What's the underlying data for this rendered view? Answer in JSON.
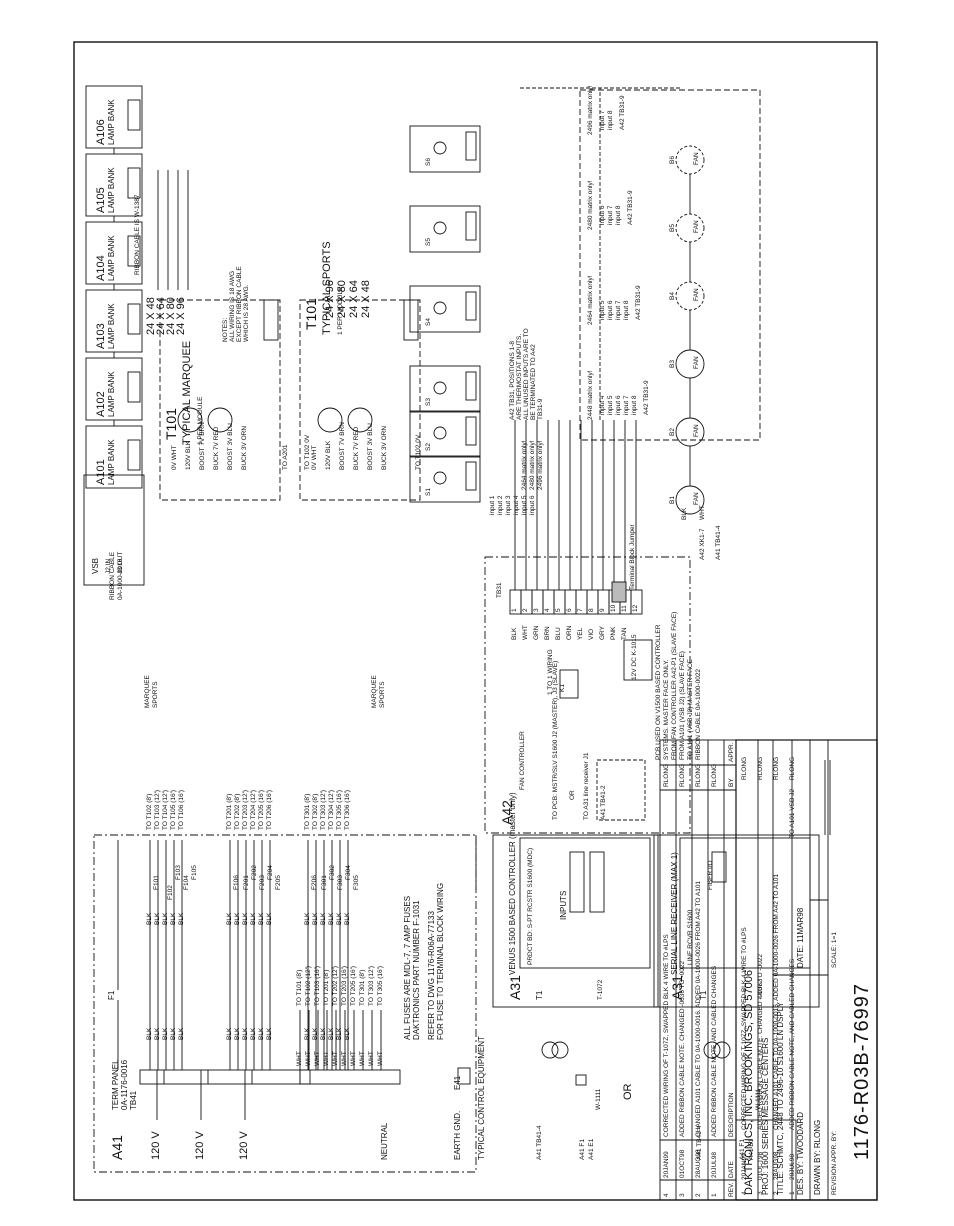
{
  "title_block": {
    "company": "DAKTRONICS, INC.    BROOKINGS, SD 57006",
    "proj_label": "PROJ:",
    "project": "1600 SERIES MESSAGE CENTERS",
    "title_label": "TITLE:",
    "title": "SCHMTC, 2448 TO 2496-10 S1600 LN DSPLY",
    "des_label": "DES. BY:",
    "designer": "TWOODARD",
    "drawn_label": "DRAWN BY:",
    "drawn": "RLONG",
    "date_label": "DATE:",
    "date": "11MAR98",
    "revision_label": "REVISION",
    "appr_label": "APPR. BY:",
    "scale_label": "SCALE:",
    "scale": "1=1",
    "drawing_number": "1176-R03B-76997"
  },
  "revisions": [
    {
      "rev": "4",
      "date": "20JAN99",
      "desc": "CORRECTED WIRING OF T-107Z, SWAPPED BLK 4 WIRE TO #LPS",
      "by": "RLONG"
    },
    {
      "rev": "3",
      "date": "01OCT98",
      "desc": "ADDED RIBBON CABLE NOTE. CHANGED -0036 TO -0022",
      "by": "RLONG"
    },
    {
      "rev": "2",
      "date": "28AUG98",
      "desc": "CHANGED A101 CABLE TO 0A-1000-0016. ADDED 0A-1000-0026 FROM A42 TO A101",
      "by": "RLONG"
    },
    {
      "rev": "1",
      "date": "20JUL98",
      "desc": "ADDED RIBBON CABLE NOTE, AND CABLED CHANGES",
      "by": "RLONG"
    }
  ],
  "rev_headers": {
    "rev": "REV.",
    "date": "DATE",
    "desc": "DESCRIPTION",
    "by": "BY",
    "appr": "APPR."
  },
  "a41": {
    "label": "A41",
    "term_panel": "TERM PANEL",
    "part": "0A-1176-0016",
    "tb": "TB41",
    "inputs": [
      "120 V",
      "120 V",
      "120 V"
    ],
    "neutral": "NEUTRAL",
    "earth": "EARTH GND.",
    "e41": "E41",
    "fuse_note": "ALL FUSES ARE MDL-7, 7 AMP FUSES\nDAKTRONICS PART NUMBER F-1031",
    "refer_note": "REFER TO DWG 1176-R06A-77133\nFOR FUSE TO TERMINAL BLOCK WIRING",
    "typical": "TYPICAL CONTROL EQUIPMENT"
  },
  "fuses": [
    "F1",
    "F101",
    "F102",
    "F103",
    "F104",
    "F105",
    "F106",
    "F201",
    "F202",
    "F203",
    "F204",
    "F205",
    "F206",
    "F301",
    "F302",
    "F303",
    "F304",
    "F305",
    "F306"
  ],
  "transformers_out": [
    [
      "TO T102 (8')",
      "TO T103 (12')",
      "TO T104 (12')",
      "TO T105 (16')",
      "TO T106 (16')"
    ],
    [
      "TO T201 (8')",
      "TO T202 (8')",
      "TO T203 (12')",
      "TO T204 (12')",
      "TO T205 (16')",
      "TO T206 (16')"
    ],
    [
      "TO T301 (8')",
      "TO T302 (8')",
      "TO T303 (12')",
      "TO T304 (12')",
      "TO T305 (16')",
      "TO T306 (16')"
    ]
  ],
  "neutral_out": [
    "TO T101 (8')",
    "TO T102 (12')",
    "TO T103 (16')",
    "TO T201 (8')",
    "TO T202 (12')",
    "TO T203 (16')",
    "TO T205 (16')",
    "TO T301 (8')",
    "TO T303 (12')",
    "TO T305 (16')"
  ],
  "marquee": "MARQUEE",
  "sports": "SPORTS",
  "a31_top": {
    "label": "A31",
    "name": "VENUS 1500 BASED CONTROLLER (master only)",
    "pcb": "PRDCT BD: S-PT RCSTR S1600 (MDC)",
    "inputs": "INPUTS",
    "t1": "T1",
    "xfmr": "T-1072",
    "wire": "W-1111",
    "tb": "A41 TB41-4",
    "f1": "A41 F1",
    "e1": "A41 E1"
  },
  "or_label": "OR",
  "a31_bottom": {
    "label": "A31",
    "name": "SERIAL LINE RECEIVER (MAX 1)",
    "pcb": "LINE RCVR S1600",
    "fiber": "FIBER I/O",
    "t1": "T1",
    "xfmr": "T-1072",
    "wire": "W-1111",
    "tb": "A41 TB41-4",
    "f1": "A41 F1",
    "e1": "A41 E1",
    "to_a101": "TO A101 VSB J2"
  },
  "a42": {
    "label": "A42",
    "name": "FAN CONTROLLER",
    "to_pcb": "TO PCB: MSTR/SLV S1600 J2 (MASTER), J3 (SLAVE)",
    "or": "OR",
    "to_a31": "TO A31 line receiver J1",
    "tb": "A41 TB41-2",
    "wiring": "1 TO 1 WIRING",
    "k1": "K1",
    "k2": "12V DC K-1015",
    "notes": [
      "PCB USED ON V1500 BASED CONTROLLER",
      "SYSTEMS. MASTER FACE ONLY.",
      "FROM FAN CONTROLLER A42-P1 (SLAVE FACE)",
      "FROM A101 (VSB J2) (SLAVE FACE)",
      "TO A101 (VSB J2) MASTER FACE",
      "RIBBON CABLE 0A-1000-0022"
    ]
  },
  "tb31": {
    "label": "TB31",
    "colors": [
      "BLK",
      "WHT",
      "GRN",
      "BRN",
      "BLU",
      "ORN",
      "YEL",
      "VIO",
      "GRY",
      "PNK",
      "TAN",
      ""
    ]
  },
  "modules": [
    {
      "title": "TYPICAL MARQUEE",
      "sub": "1 PER MODULE",
      "t": "T101"
    },
    {
      "title": "TYPICAL SPORTS",
      "sub": "1 PER MODULE",
      "t": "T101"
    }
  ],
  "xfmr_labels": [
    "0V WHT",
    "120V BLK",
    "BOOST 7V BRN",
    "BUCK 7V RED",
    "BOOST 3V BLU",
    "BUCK 3V ORN"
  ],
  "to_a201": "TO A201",
  "to_t102": "TO T102 0V",
  "ribbon": "RIBBON CABLE\n0A-1000-0016",
  "vsb": {
    "label": "VSB",
    "j2": "J2 IN",
    "j3": "J3 OUT"
  },
  "lamp_banks": [
    "A101",
    "A102",
    "A103",
    "A104",
    "A105",
    "A106"
  ],
  "lamp_bank": "LAMP BANK",
  "ribbon_cable": "RIBBON CABLE IS W-1387",
  "sizes_top": [
    "24 X 48",
    "24 X 64",
    "24 X 80",
    "24 X 96"
  ],
  "sizes_bottom": [
    "24 X 96",
    "24 X 80",
    "24 X 64",
    "24 X 48"
  ],
  "notes": "NOTES:\nALL WIRING IS 18 AWG\nEXCEPT RIBBON CABLE\nWHICH IS 28 AWG.",
  "thermostats": [
    "S1",
    "S2",
    "S3",
    "S4",
    "S5",
    "S6"
  ],
  "inputs": [
    "input 1",
    "input 2",
    "input 3",
    "input 4",
    "input 5",
    "input 6"
  ],
  "matrix_only": [
    "2464 matrix only!",
    "2480 matrix only!",
    "2496 matrix only!"
  ],
  "a42_note": "A42 TB31, POSITIONS 1-8\nARE THERMOSTAT INPUTS.\nALL UNUSED INPUTS ARE TO\nBE TERMINATED TO A42\nTB31-9",
  "matrix_groups": [
    {
      "title": "2448 matrix only!",
      "inputs": [
        "input 4",
        "input 5",
        "input 6",
        "input 7",
        "input 8"
      ]
    },
    {
      "title": "2464 matrix only!",
      "inputs": [
        "input 5",
        "input 6",
        "input 7",
        "input 8"
      ]
    },
    {
      "title": "2480 matrix only!",
      "inputs": [
        "input 6",
        "input 7",
        "input 8"
      ]
    },
    {
      "title": "2496 matrix only!",
      "inputs": [
        "input 7",
        "input 8"
      ]
    }
  ],
  "tb31_9": "A42 TB31-9",
  "jumper": "Terminal Block Jumper",
  "fans": [
    "B1",
    "B2",
    "B3",
    "B4",
    "B5",
    "B6"
  ],
  "fan": "FAN",
  "fan_wires": {
    "k": "A42 XK1-7",
    "tb": "A41 TB41-4",
    "blk": "BLK",
    "wht": "WHT"
  }
}
